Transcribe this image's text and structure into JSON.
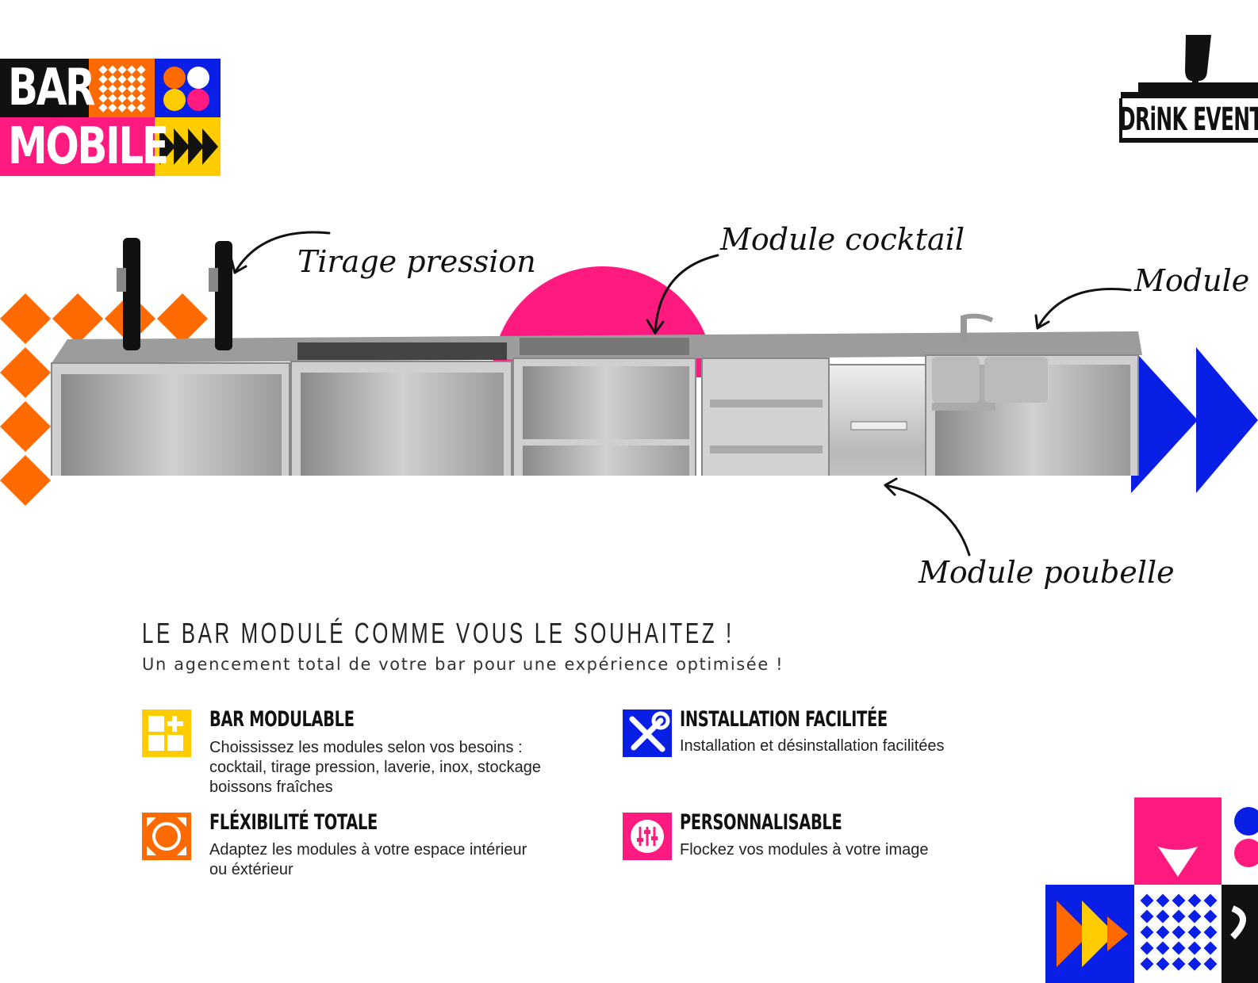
{
  "logo": {
    "line1": "BAR",
    "line2": "MOBILE"
  },
  "brand": {
    "name": "DRiNK EVENTS"
  },
  "annotations": {
    "tirage": "Tirage pression",
    "cocktail": "Module cocktail",
    "laverie": "Module lav",
    "poubelle": "Module poubelle"
  },
  "headline": "LE BAR MODULÉ COMME VOUS LE SOUHAITEZ !",
  "subheadline": "Un agencement total de votre bar pour une expérience optimisée !",
  "features": [
    {
      "title": "BAR MODULABLE",
      "desc": "Choississez les modules selon vos besoins : cocktail, tirage pression, laverie, inox, stockage boissons fraîches",
      "icon": "grid-plus-icon",
      "color": "#ffcc00"
    },
    {
      "title": "INSTALLATION FACILITÉE",
      "desc": "Installation et désinstallation facilitées",
      "icon": "tools-icon",
      "color": "#0a1fe6"
    },
    {
      "title": "FLÉXIBILITÉ TOTALE",
      "desc": "Adaptez les modules à votre espace intérieur ou éxtérieur",
      "icon": "expand-arrows-icon",
      "color": "#ff6a00"
    },
    {
      "title": "PERSONNALISABLE",
      "desc": "Flockez vos modules à votre image",
      "icon": "sliders-icon",
      "color": "#ff1a7f"
    }
  ],
  "colors": {
    "pink": "#ff1a7f",
    "orange": "#ff6a00",
    "yellow": "#ffcc00",
    "blue": "#0a1fe6",
    "black": "#111111"
  }
}
